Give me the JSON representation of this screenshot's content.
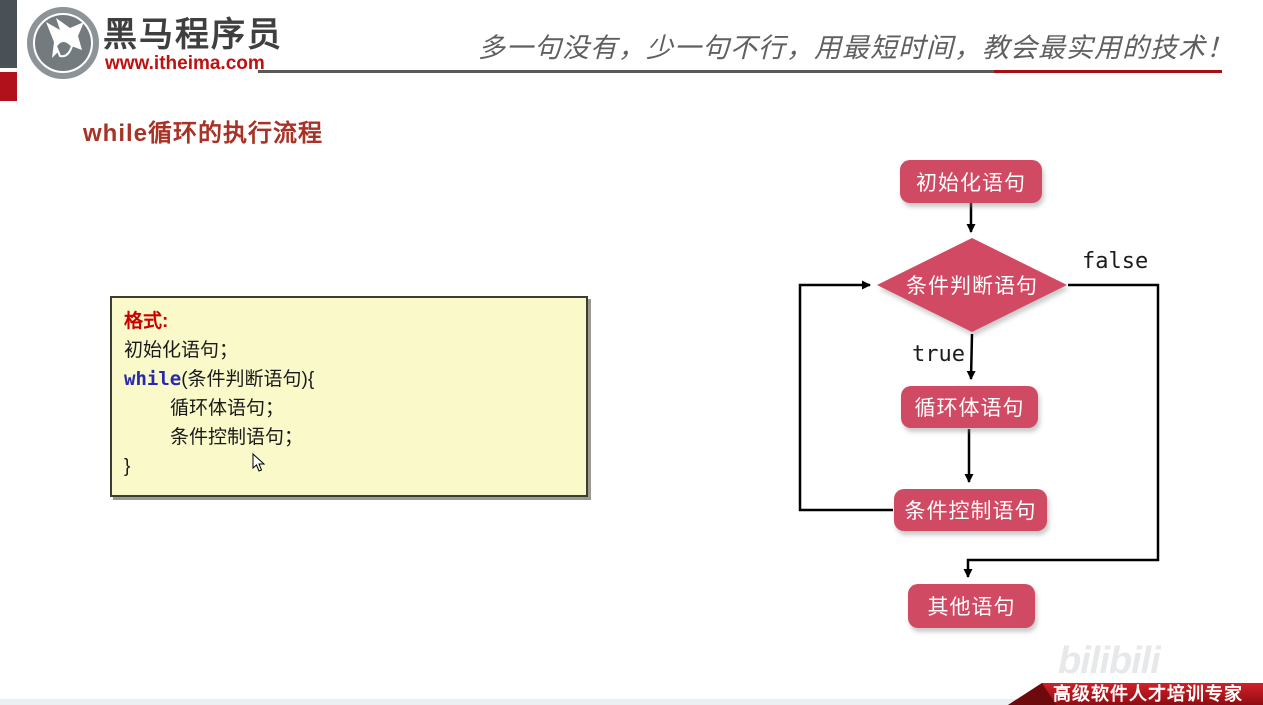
{
  "header": {
    "brand": "黑马程序员",
    "brand_url": "www.itheima.com",
    "slogan": "多一句没有，少一句不行，用最短时间，教会最实用的技术！"
  },
  "page": {
    "title": "while循环的执行流程"
  },
  "code_box": {
    "label": "格式:",
    "line_init": "初始化语句；",
    "while_keyword": "while",
    "while_rest": "(条件判断语句){",
    "line_body": "循环体语句；",
    "line_control": "条件控制语句；",
    "line_close": "}"
  },
  "flowchart": {
    "nodes": [
      {
        "id": "init",
        "label": "初始化语句",
        "shape": "rounded-rect"
      },
      {
        "id": "cond",
        "label": "条件判断语句",
        "shape": "diamond"
      },
      {
        "id": "body",
        "label": "循环体语句",
        "shape": "rounded-rect"
      },
      {
        "id": "control",
        "label": "条件控制语句",
        "shape": "rounded-rect"
      },
      {
        "id": "other",
        "label": "其他语句",
        "shape": "rounded-rect"
      }
    ],
    "edge_labels": {
      "true_branch": "true",
      "false_branch": "false"
    },
    "node_color": "#d14a63",
    "line_color": "#000000"
  },
  "footer": {
    "banner_text": "高级软件人才培训专家",
    "banner_color": "#c01822"
  },
  "watermark": "bilibili",
  "colors": {
    "title_red": "#a93226",
    "code_label_red": "#cc0000",
    "keyword_blue": "#2929b0",
    "code_box_bg": "#f9f9c9",
    "header_rule_gray": "#595959",
    "header_rule_red": "#a31015",
    "edge_bar_gray": "#4a5156",
    "edge_bar_red": "#b0111b"
  }
}
